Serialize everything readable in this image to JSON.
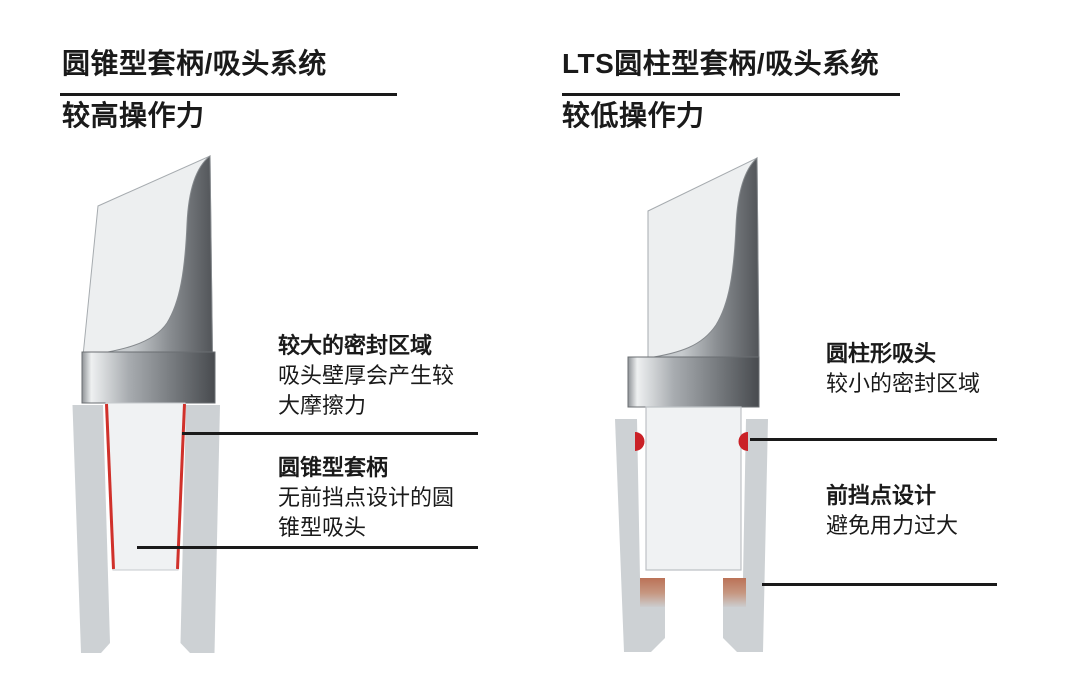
{
  "left_panel": {
    "title": "圆锥型套柄/吸头系统",
    "subtitle": "较高操作力",
    "diagram": "conical-shank-tip-cross-section",
    "annotations": [
      {
        "heading": "较大的密封区域",
        "body": "吸头壁厚会产生较大摩擦力"
      },
      {
        "heading": "圆锥型套柄",
        "body": "无前挡点设计的圆锥型吸头"
      }
    ]
  },
  "right_panel": {
    "title": "LTS圆柱型套柄/吸头系统",
    "subtitle": "较低操作力",
    "diagram": "cylindrical-shank-tip-cross-section",
    "annotations": [
      {
        "heading": "圆柱形吸头",
        "body": "较小的密封区域"
      },
      {
        "heading": "前挡点设计",
        "body": "避免用力过大"
      }
    ]
  },
  "colors": {
    "text": "#1a1a1a",
    "leader_line": "#1a1a1a",
    "seal_red": "#d0312b",
    "front_stop_salmon": "#bb7257",
    "metal_dark": "#4a4d51",
    "metal_light": "#edeff0",
    "tip_wall_gray": "#cdd1d4",
    "shank_fill": "#f0f2f3"
  }
}
